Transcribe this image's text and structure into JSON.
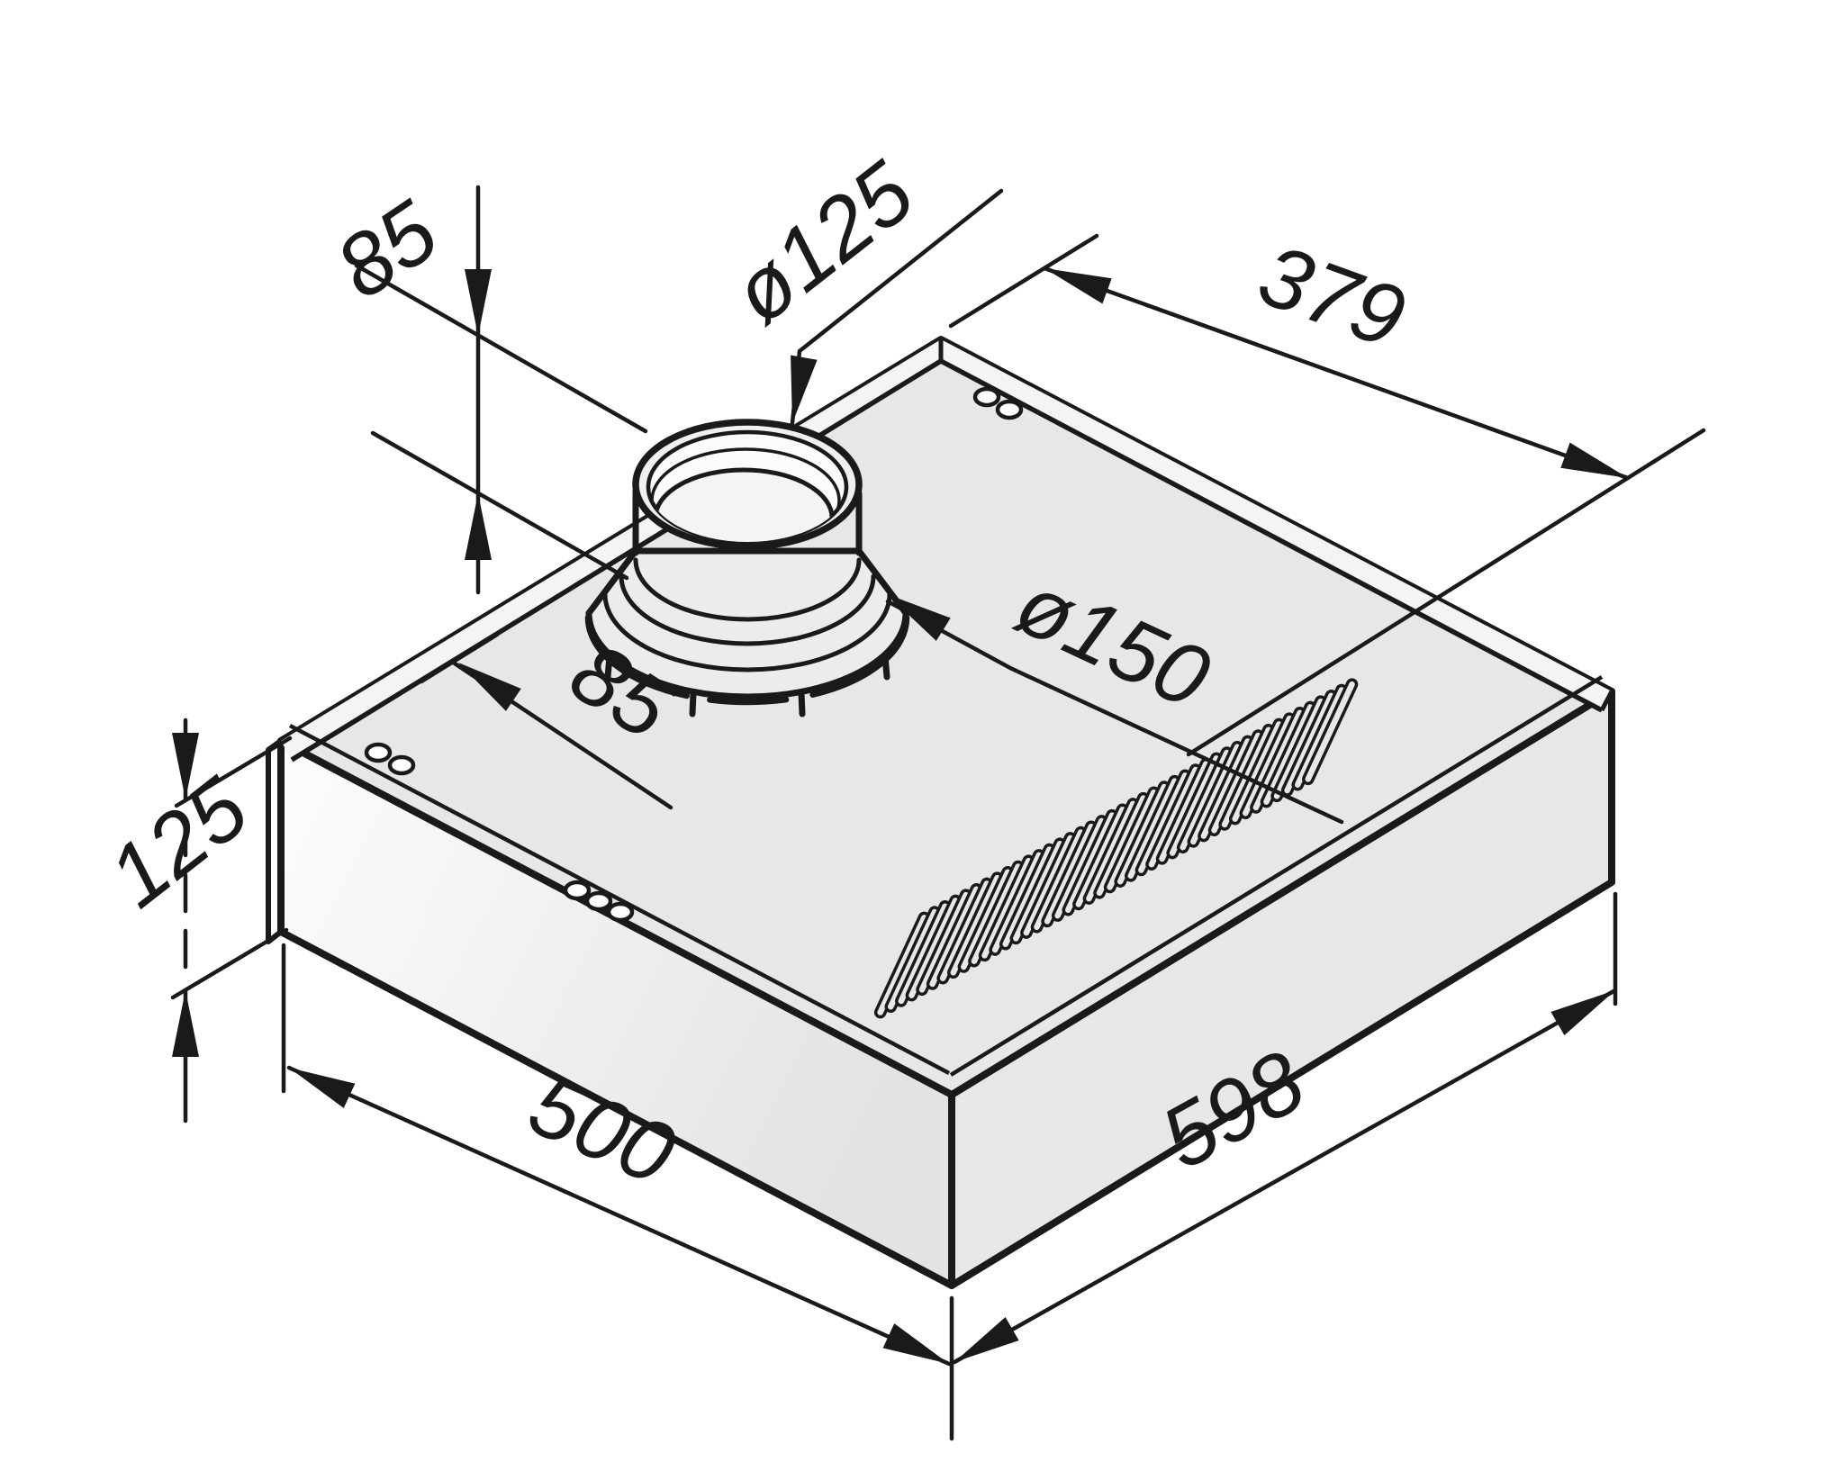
{
  "drawing": {
    "subject": "cooker-hood isometric dimension drawing",
    "dimensions": {
      "duct_stub_height": "85",
      "duct_diameter": "ø125",
      "duct_offset_from_right": "379",
      "collar_diameter": "ø150",
      "duct_offset_from_back": "85",
      "body_height": "125",
      "body_depth": "500",
      "body_width": "598"
    },
    "vents": {
      "slot_count": 42
    },
    "screw_holes": {
      "group_counts": [
        2,
        2,
        3
      ]
    },
    "colors": {
      "line": "#1a1a1a",
      "top_face": "#e7e7e7",
      "right_face": "#e7e7e7",
      "rim_strip": "#f4f4f4",
      "background": "#ffffff"
    }
  }
}
